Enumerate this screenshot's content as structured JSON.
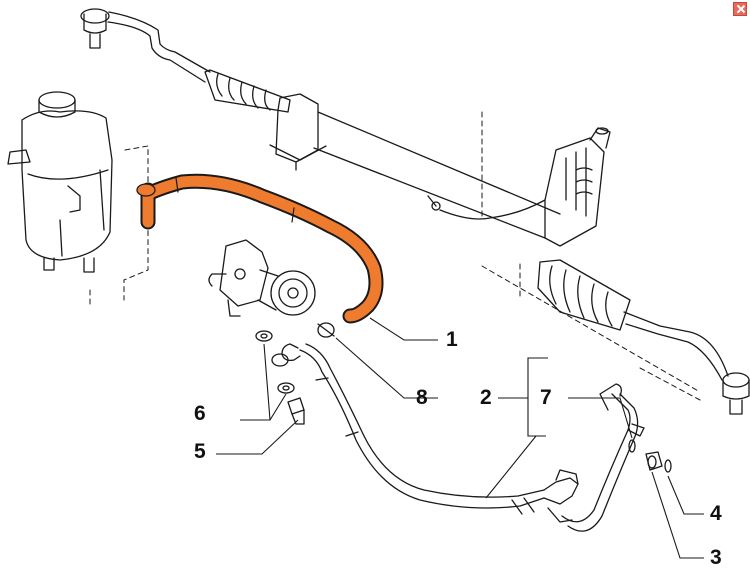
{
  "close_icon": "close-icon",
  "highlight_color": "#ef7b2f",
  "callouts": {
    "n1": "1",
    "n2": "2",
    "n3": "3",
    "n4": "4",
    "n5": "5",
    "n6": "6",
    "n7": "7",
    "n8": "8"
  }
}
